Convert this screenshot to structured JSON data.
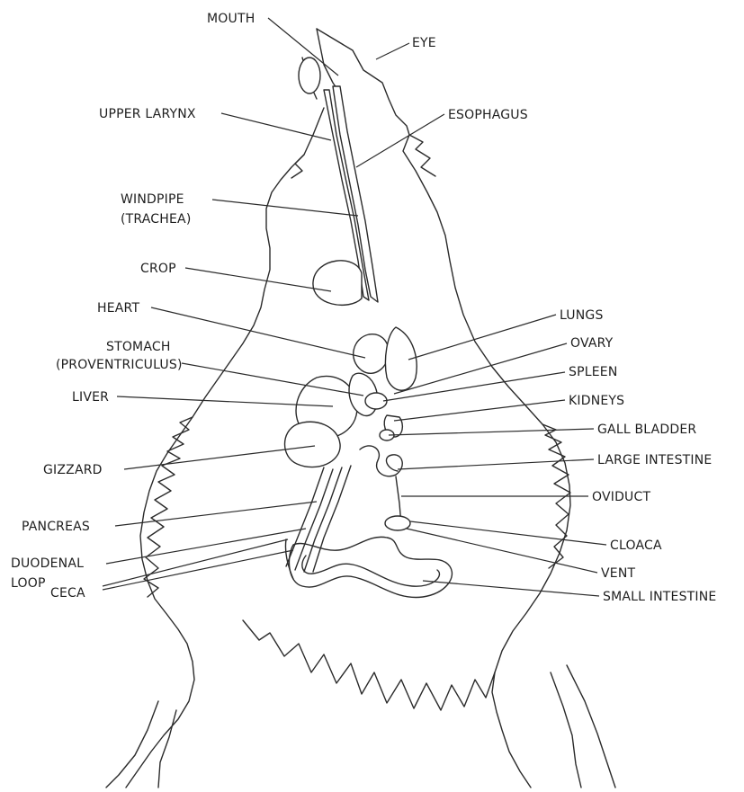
{
  "labels": {
    "mouth": "MOUTH",
    "eye": "EYE",
    "upper_larynx": "UPPER LARYNX",
    "esophagus": "ESOPHAGUS",
    "windpipe_1": "WINDPIPE",
    "windpipe_2": "(TRACHEA)",
    "crop": "CROP",
    "heart": "HEART",
    "lungs": "LUNGS",
    "ovary": "OVARY",
    "stomach_1": "STOMACH",
    "stomach_2": "(PROVENTRICULUS)",
    "spleen": "SPLEEN",
    "liver": "LIVER",
    "kidneys": "KIDNEYS",
    "gall_bladder": "GALL BLADDER",
    "gizzard": "GIZZARD",
    "large_intestine": "LARGE INTESTINE",
    "oviduct": "OVIDUCT",
    "pancreas": "PANCREAS",
    "duodenal_1": "DUODENAL",
    "duodenal_2": "LOOP",
    "cloaca": "CLOACA",
    "vent": "VENT",
    "ceca": "CECA",
    "small_intestine": "SMALL INTESTINE"
  }
}
